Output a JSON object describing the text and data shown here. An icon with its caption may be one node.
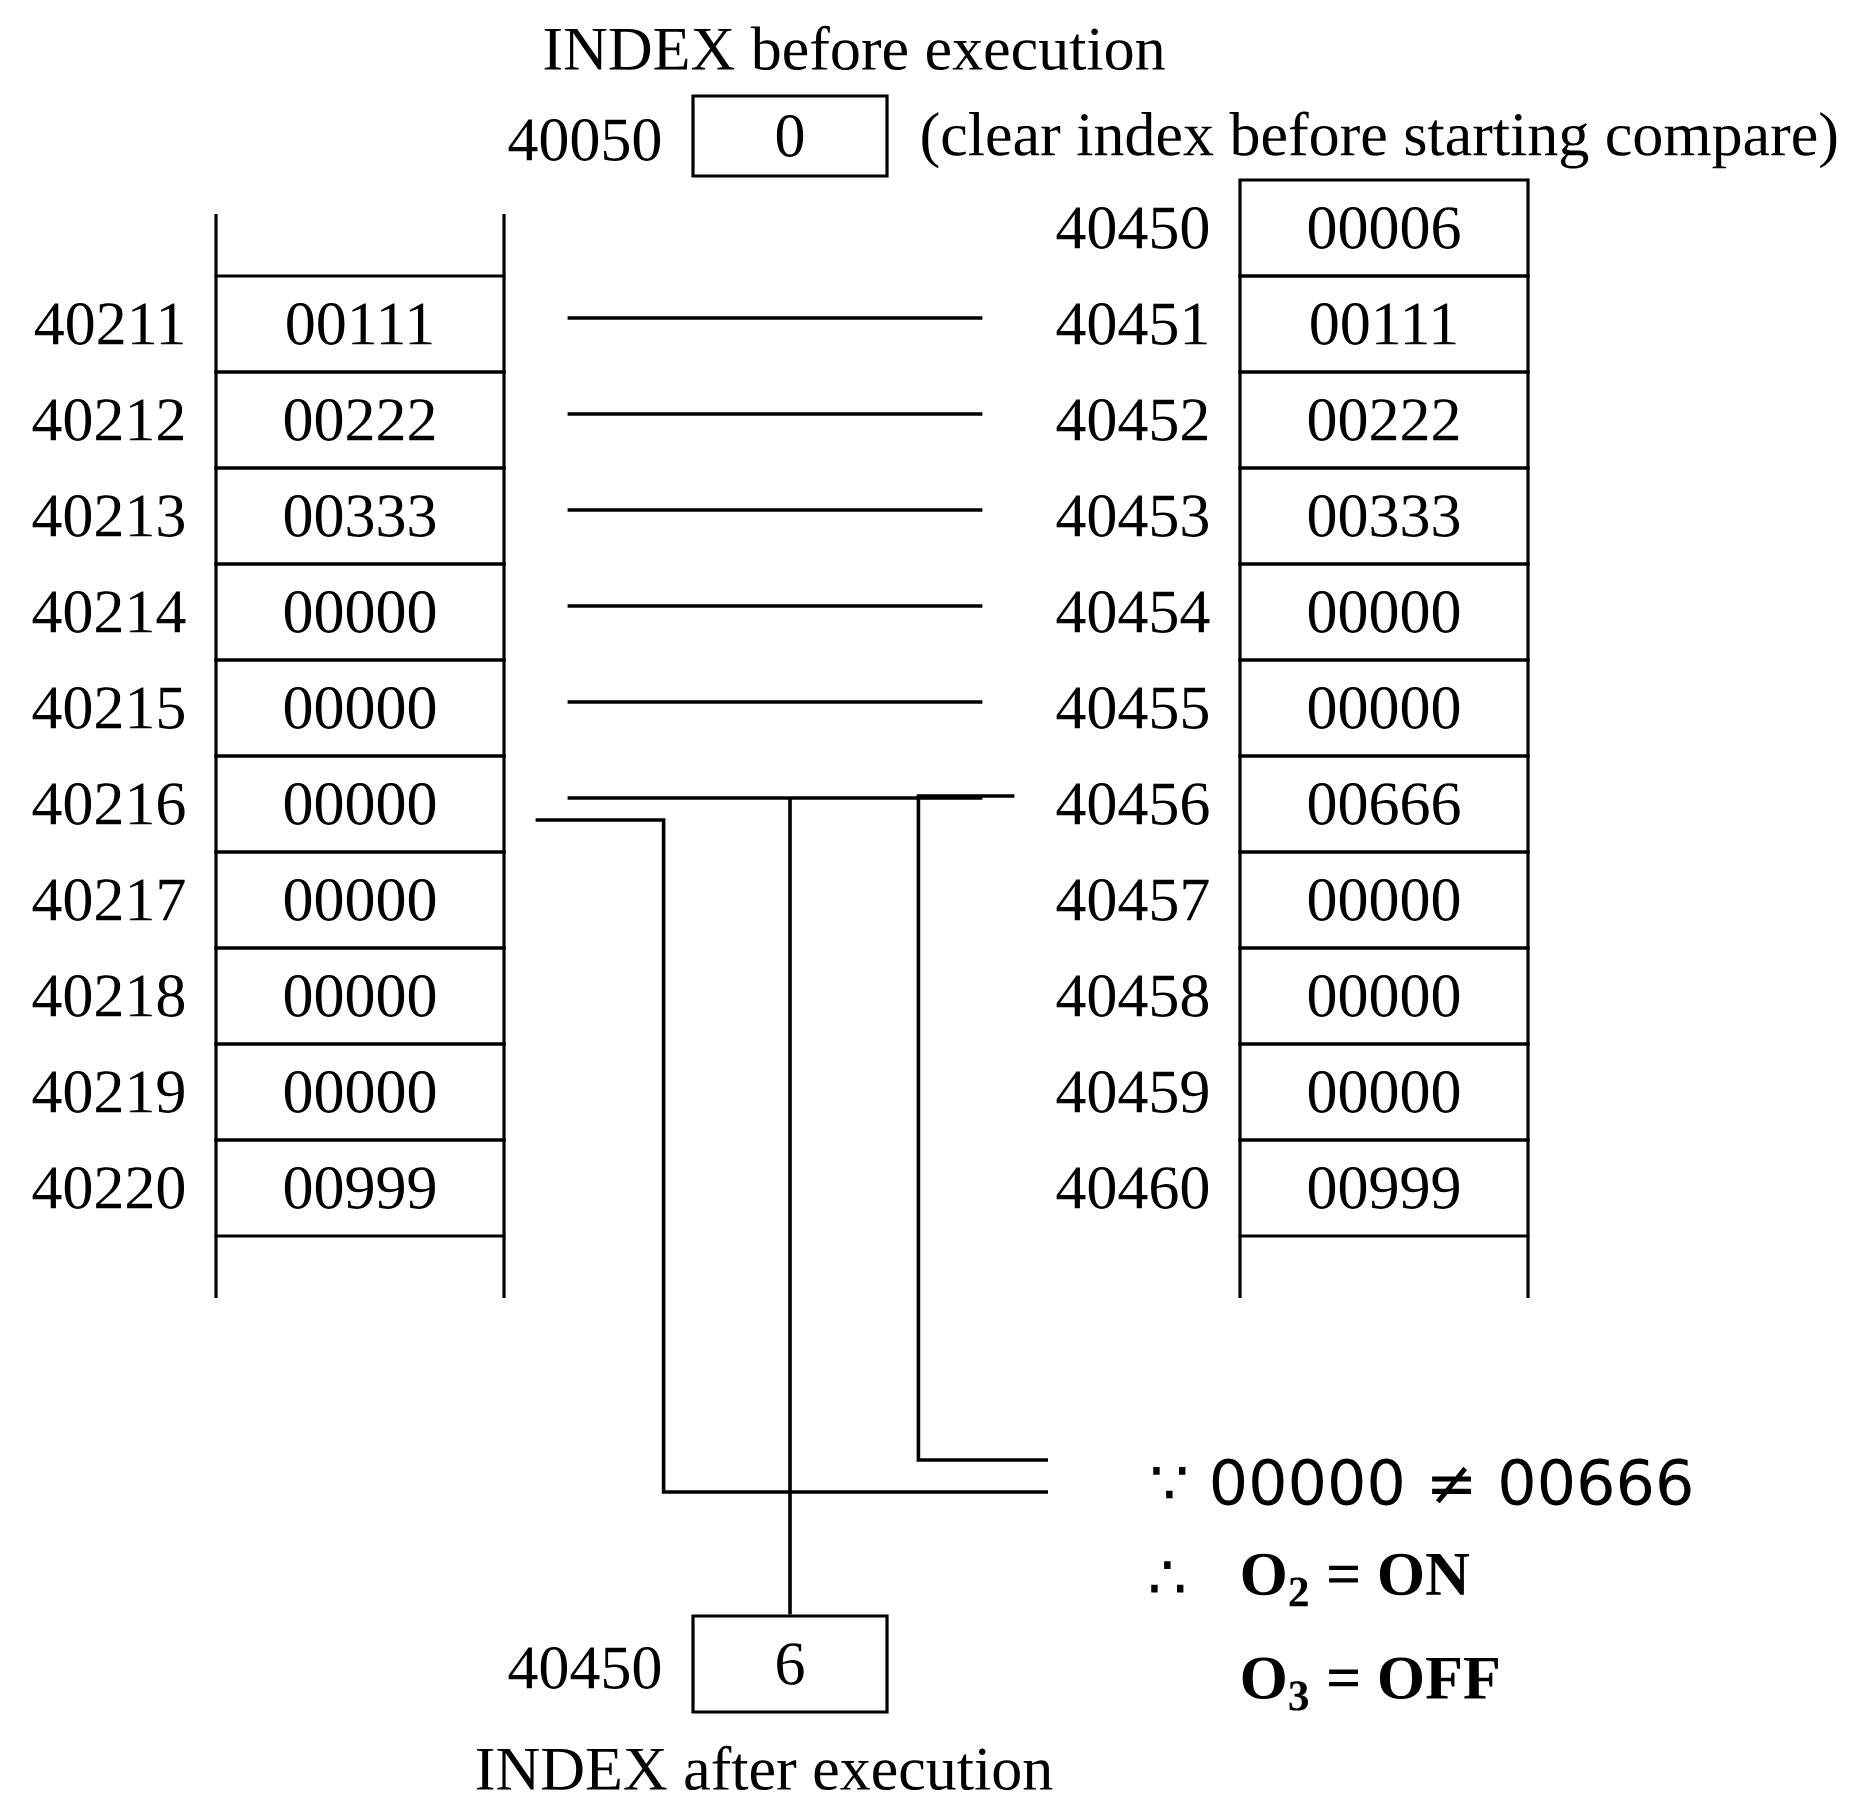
{
  "diagram": {
    "nodes": [
      {
        "text": [
          "0"
        ],
        "beside": [
          "INDEX before execution",
          "40050",
          "(clear index before starting compare)"
        ]
      },
      {
        "text": [
          "00111"
        ],
        "beside": [
          "40211"
        ]
      },
      {
        "text": [
          "00222"
        ],
        "beside": [
          "40212"
        ]
      },
      {
        "text": [
          "00333"
        ],
        "beside": [
          "40213"
        ]
      },
      {
        "text": [
          "00000"
        ],
        "beside": [
          "40214"
        ]
      },
      {
        "text": [
          "00000"
        ],
        "beside": [
          "40215"
        ]
      },
      {
        "text": [
          "00000"
        ],
        "beside": [
          "40216"
        ]
      },
      {
        "text": [
          "00000"
        ],
        "beside": [
          "40217"
        ]
      },
      {
        "text": [
          "00000"
        ],
        "beside": [
          "40218"
        ]
      },
      {
        "text": [
          "00000"
        ],
        "beside": [
          "40219"
        ]
      },
      {
        "text": [
          "00999"
        ],
        "beside": [
          "40220"
        ]
      },
      {
        "text": [
          "00006"
        ],
        "beside": [
          "40450"
        ]
      },
      {
        "text": [
          "00111"
        ],
        "beside": [
          "40451"
        ]
      },
      {
        "text": [
          "00222"
        ],
        "beside": [
          "40452"
        ]
      },
      {
        "text": [
          "00333"
        ],
        "beside": [
          "40453"
        ]
      },
      {
        "text": [
          "00000"
        ],
        "beside": [
          "40454"
        ]
      },
      {
        "text": [
          "00000"
        ],
        "beside": [
          "40455"
        ]
      },
      {
        "text": [
          "00666"
        ],
        "beside": [
          "40456"
        ]
      },
      {
        "text": [
          "00000"
        ],
        "beside": [
          "40457"
        ]
      },
      {
        "text": [
          "00000"
        ],
        "beside": [
          "40458"
        ]
      },
      {
        "text": [
          "00000"
        ],
        "beside": [
          "40459"
        ]
      },
      {
        "text": [
          "00999"
        ],
        "beside": [
          "40460"
        ]
      },
      {
        "text": [
          "∵ 00000 ≠ 00666"
        ]
      },
      {
        "text": [
          "6"
        ],
        "beside": [
          "40450",
          "INDEX after execution"
        ]
      }
    ],
    "edges": [
      {
        "from": 1,
        "to": 12,
        "arrow": "none"
      },
      {
        "from": 2,
        "to": 13,
        "arrow": "none"
      },
      {
        "from": 3,
        "to": 14,
        "arrow": "none"
      },
      {
        "from": 4,
        "to": 15,
        "arrow": "none"
      },
      {
        "from": 5,
        "to": 16,
        "arrow": "none"
      },
      {
        "from": 6,
        "to": 17,
        "arrow": "none"
      },
      {
        "from": 6,
        "to": 22,
        "arrow": "none"
      },
      {
        "from": 17,
        "to": 22,
        "arrow": "none"
      },
      {
        "from": null,
        "to": 23,
        "arrow": "none"
      }
    ],
    "labels": [
      "∴",
      "O$_{2}$ = ON",
      "O$_{3}$ = OFF"
    ]
  }
}
